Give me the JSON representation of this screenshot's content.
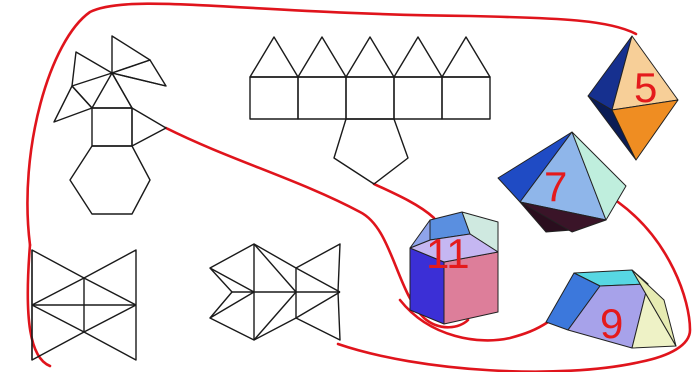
{
  "solids": {
    "bipyramid_label": "5",
    "pent_pyramid_label": "7",
    "cupola_label": "11",
    "wedge_label": "9"
  },
  "colors": {
    "connector": "#e0141c",
    "label": "#e41a1c",
    "line": "#1a1a1a"
  }
}
